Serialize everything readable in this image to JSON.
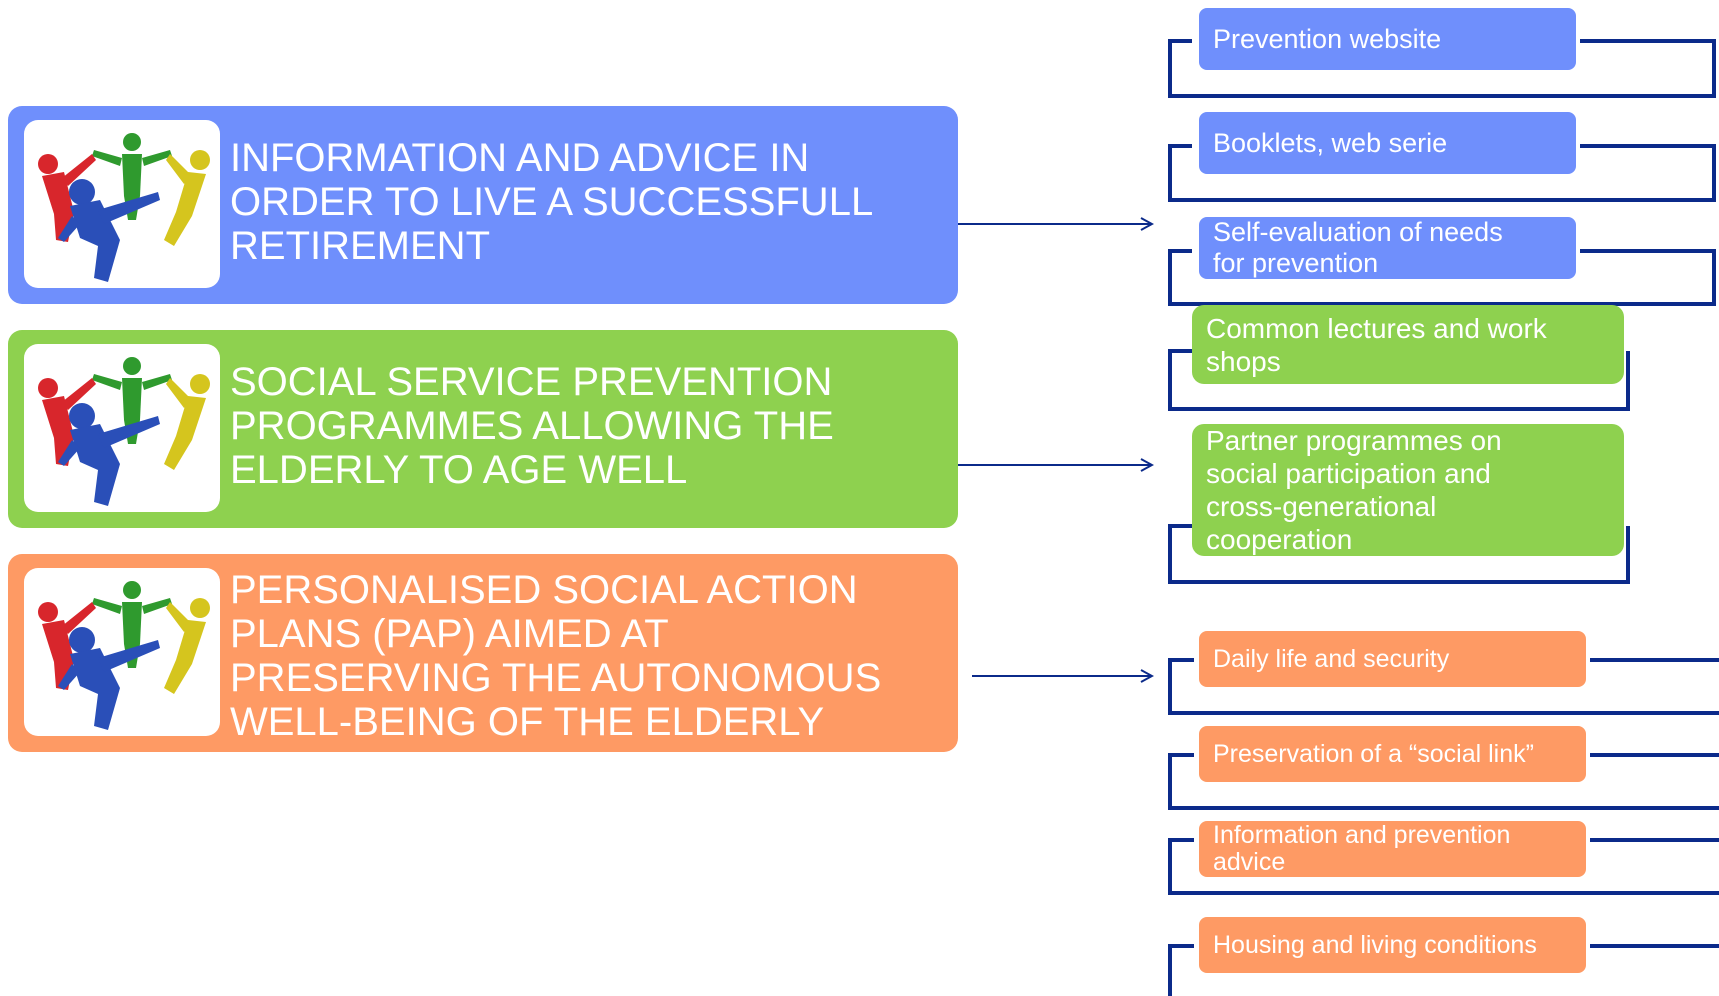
{
  "categories": [
    {
      "title": "INFORMATION AND ADVICE IN\nORDER TO LIVE A SUCCESSFULL\nRETIREMENT",
      "color": "#6f8ffc",
      "icon": "people-circle-icon"
    },
    {
      "title": "SOCIAL SERVICE PREVENTION\nPROGRAMMES ALLOWING THE\nELDERLY TO AGE WELL",
      "color": "#8ed14f",
      "icon": "people-circle-icon"
    },
    {
      "title": "PERSONALISED SOCIAL  ACTION\nPLANS (PAP) AIMED AT\nPRESERVING THE AUTONOMOUS\nWELL-BEING OF THE ELDERLY",
      "color": "#fe9a64",
      "icon": "people-circle-icon"
    }
  ],
  "items": {
    "information": [
      "Prevention website",
      "Booklets, web serie",
      "Self-evaluation of needs\nfor prevention"
    ],
    "social_service": [
      "Common lectures and work\nshops",
      "Partner programmes on\nsocial participation and\ncross-generational\ncooperation"
    ],
    "personalised": [
      "Daily life and security",
      "Preservation of a “social link”",
      "Information and prevention\nadvice",
      "Housing and living conditions"
    ]
  },
  "colors": {
    "connector": "#0b2a8a",
    "blue": "#6f8ffc",
    "green": "#8ed14f",
    "orange": "#fe9a64"
  }
}
